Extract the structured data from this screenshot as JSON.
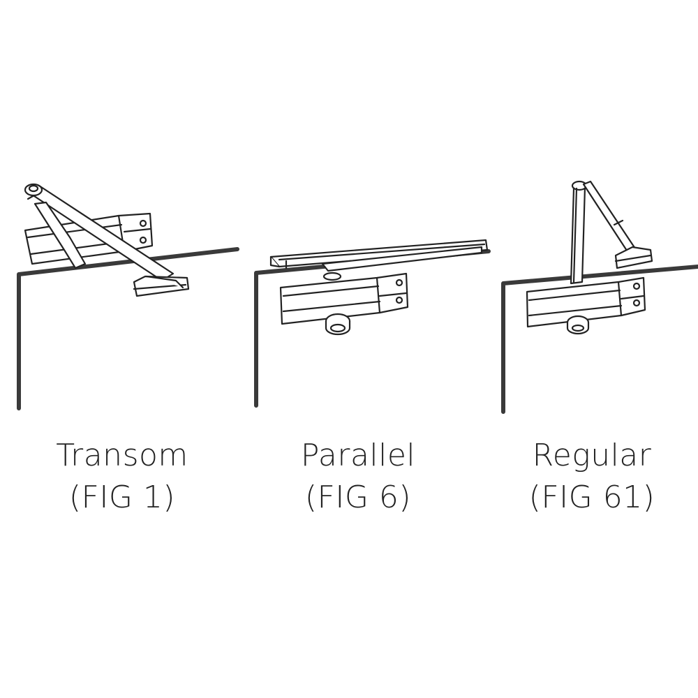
{
  "colors": {
    "line": "#222222",
    "frame": "#3a3a3a",
    "background": "#ffffff"
  },
  "figures": [
    {
      "name": "Transom",
      "figure": "(FIG 1)"
    },
    {
      "name": "Parallel",
      "figure": "(FIG 6)"
    },
    {
      "name": "Regular",
      "figure": "(FIG 61)"
    }
  ]
}
